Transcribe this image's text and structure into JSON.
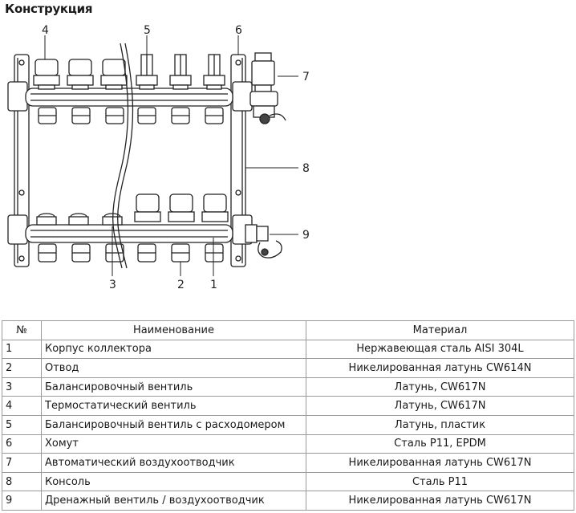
{
  "title": "Конструкция",
  "callouts": [
    "1",
    "2",
    "3",
    "4",
    "5",
    "6",
    "7",
    "8",
    "9"
  ],
  "table": {
    "headers": {
      "num": "№",
      "name": "Наименование",
      "material": "Материал"
    },
    "rows": [
      {
        "num": "1",
        "name": "Корпус коллектора",
        "material": "Нержавеющая сталь AISI 304L"
      },
      {
        "num": "2",
        "name": "Отвод",
        "material": "Никелированная латунь CW614N"
      },
      {
        "num": "3",
        "name": "Балансировочный вентиль",
        "material": "Латунь, CW617N"
      },
      {
        "num": "4",
        "name": "Термостатический вентиль",
        "material": "Латунь, CW617N"
      },
      {
        "num": "5",
        "name": "Балансировочный вентиль с расходомером",
        "material": "Латунь, пластик"
      },
      {
        "num": "6",
        "name": "Хомут",
        "material": "Сталь P11, EPDM"
      },
      {
        "num": "7",
        "name": "Автоматический воздухоотводчик",
        "material": "Никелированная латунь CW617N"
      },
      {
        "num": "8",
        "name": "Консоль",
        "material": "Сталь P11"
      },
      {
        "num": "9",
        "name": "Дренажный вентиль / воздухоотводчик",
        "material": "Никелированная латунь CW617N"
      }
    ]
  }
}
